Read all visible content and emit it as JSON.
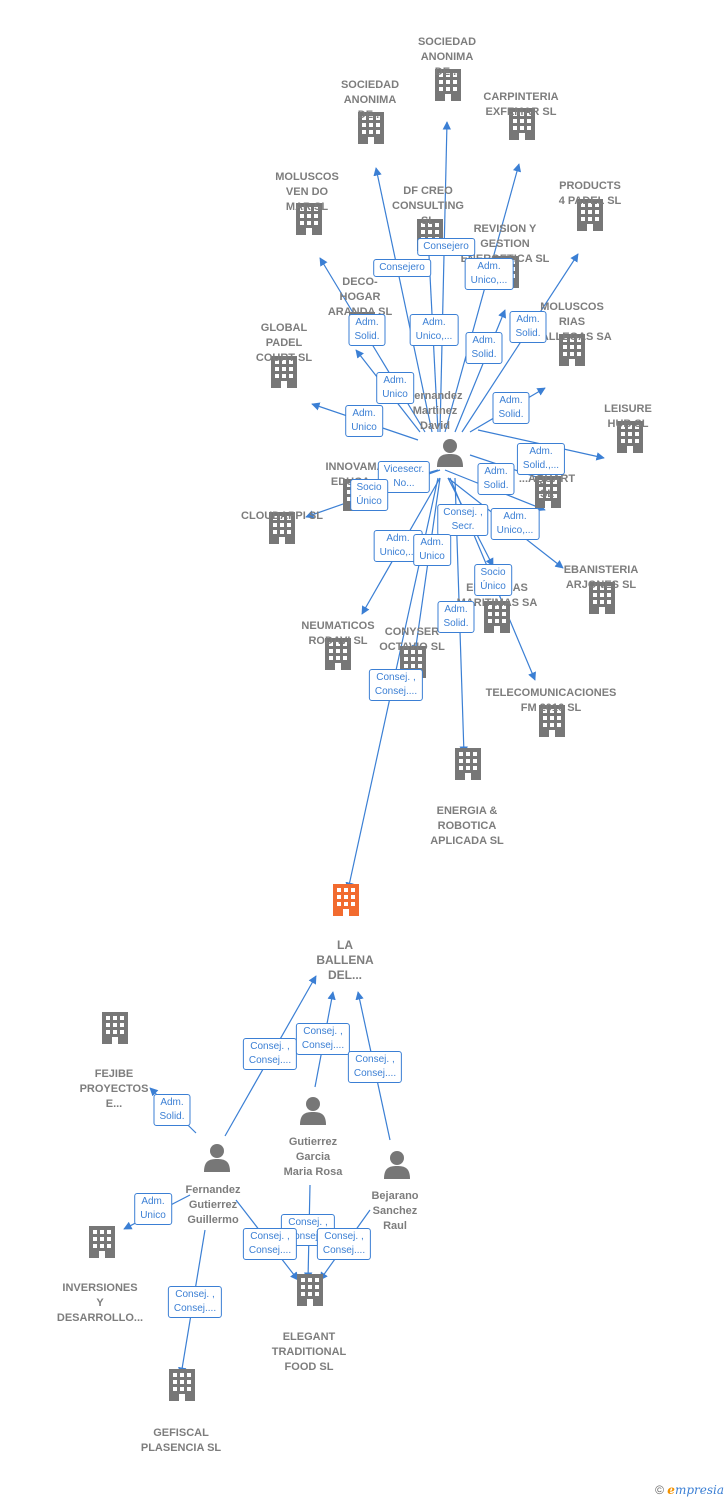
{
  "colors": {
    "edge": "#3b7fd4",
    "company": "#777777",
    "focus": "#f26b2f",
    "person": "#777777"
  },
  "companies": [
    {
      "id": "sociedad1",
      "label": "SOCIEDAD\nANONIMA\nDE..."
    },
    {
      "id": "sociedad2",
      "label": "SOCIEDAD\nANONIMA\nDE..."
    },
    {
      "id": "carpinteria",
      "label": "CARPINTERIA\nEXFEMAR SL"
    },
    {
      "id": "moluscos_ven",
      "label": "MOLUSCOS\nVEN DO\nMAR SL"
    },
    {
      "id": "dfcreo",
      "label": "DF CREO\nCONSULTING\nSL"
    },
    {
      "id": "products4",
      "label": "PRODUCTS\n4 PADEL SL"
    },
    {
      "id": "revision",
      "label": "REVISION Y\nGESTION\nENERGETICA SL"
    },
    {
      "id": "decohogar",
      "label": "DECO-\nHOGAR\nARANDA SL"
    },
    {
      "id": "moluscos_rias",
      "label": "MOLUSCOS\nRIAS\nGALLEGAS SA"
    },
    {
      "id": "globalpadel",
      "label": "GLOBAL\nPADEL\nCOURT SL"
    },
    {
      "id": "leisure",
      "label": "LEISURE\nHUB SL"
    },
    {
      "id": "innovama",
      "label": "INNOVAMA\nEDUCA..."
    },
    {
      "id": "aquart",
      "label": "...AQUART SL"
    },
    {
      "id": "cloudappi",
      "label": "CLOUDAPPI SL"
    },
    {
      "id": "ebanisteria",
      "label": "EBANISTERIA\nARJONES SL"
    },
    {
      "id": "empresas_maritimas",
      "label": "...\nEMPRESAS\nMARITIMAS SA"
    },
    {
      "id": "neumaticos",
      "label": "NEUMATICOS\nRODAVI SL"
    },
    {
      "id": "conyser",
      "label": "CONYSER\nOCTAVIO SL"
    },
    {
      "id": "telecom",
      "label": "TELECOMUNICACIONES\nFM 2016 SL"
    },
    {
      "id": "energia",
      "label": "ENERGIA &\nROBOTICA\nAPLICADA SL"
    },
    {
      "id": "laballena",
      "label": "LA\nBALLENA\nDEL...",
      "focus": true
    },
    {
      "id": "fejibe",
      "label": "FEJIBE\nPROYECTOS\nE..."
    },
    {
      "id": "inversiones",
      "label": "INVERSIONES\nY\nDESARROLLO..."
    },
    {
      "id": "elegant",
      "label": "ELEGANT\nTRADITIONAL\nFOOD SL"
    },
    {
      "id": "gefiscal",
      "label": "GEFISCAL\nPLASENCIA SL"
    }
  ],
  "people": [
    {
      "id": "fernandez_martinez",
      "label": "Fernandez\nMartinez\nDavid"
    },
    {
      "id": "gutierrez_garcia",
      "label": "Gutierrez\nGarcia\nMaria Rosa"
    },
    {
      "id": "fernandez_gutierrez",
      "label": "Fernandez\nGutierrez\nGuillermo"
    },
    {
      "id": "bejarano",
      "label": "Bejarano\nSanchez\nRaul"
    }
  ],
  "edge_labels": [
    "Consejero",
    "Consejero",
    "Adm.\nUnico,...",
    "Adm.\nSolid.",
    "Adm.\nUnico,...",
    "Adm.\nSolid.",
    "Adm.\nSolid.",
    "Adm.\nUnico",
    "Adm.\nUnico",
    "Adm.\nSolid.",
    "Adm.\nSolid.,...",
    "Adm.\nSolid.",
    "Vicesecr.\nNo...",
    "Socio\nÚnico",
    "Consej. ,\nSecr.",
    "Adm.\nUnico,...",
    "Adm.\nUnico,...",
    "Adm.\nUnico",
    "Socio\nÚnico",
    "Adm.\nSolid.",
    "Consej. ,\nConsej....",
    "Consej. ,\nConsej....",
    "Consej. ,\nConsej....",
    "Consej. ,\nConsej....",
    "Adm.\nSolid.",
    "Adm.\nUnico",
    "Consej. ,\nConsej....",
    "Consej. ,\nConsej....",
    "Consej. ,\nConsej....",
    "Consej. ,\nConsej...."
  ],
  "footer": {
    "copyright": "©",
    "brand_e": "e",
    "brand_rest": "mpresia"
  }
}
